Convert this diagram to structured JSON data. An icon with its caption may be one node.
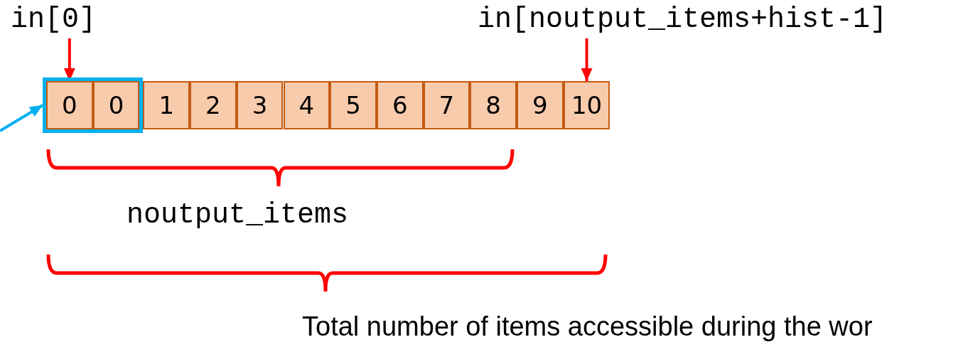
{
  "diagram": {
    "nodes": [
      {
        "text": [
          "in[0]"
        ]
      },
      {
        "text": [
          "in[noutput_items+hist-1]"
        ]
      },
      {
        "text": [],
        "shape": "box"
      },
      {
        "text": [
          "0"
        ],
        "in": 2
      },
      {
        "text": [
          "0"
        ],
        "in": 2
      },
      {
        "text": [
          "1"
        ]
      },
      {
        "text": [
          "2"
        ]
      },
      {
        "text": [
          "3"
        ]
      },
      {
        "text": [
          "4"
        ]
      },
      {
        "text": [
          "5"
        ]
      },
      {
        "text": [
          "6"
        ]
      },
      {
        "text": [
          "7"
        ]
      },
      {
        "text": [
          "8"
        ]
      },
      {
        "text": [
          "9"
        ]
      },
      {
        "text": [
          "10"
        ]
      }
    ],
    "edges": [
      {
        "from": 0,
        "to": 3,
        "arrow": "to"
      },
      {
        "from": 1,
        "to": 14,
        "arrow": "to"
      },
      {
        "from": null,
        "to": 2,
        "arrow": "to",
        "color": "#00b0f0"
      }
    ],
    "labels": [
      "noutput_items",
      "Total number of items accessible during the wor"
    ]
  }
}
